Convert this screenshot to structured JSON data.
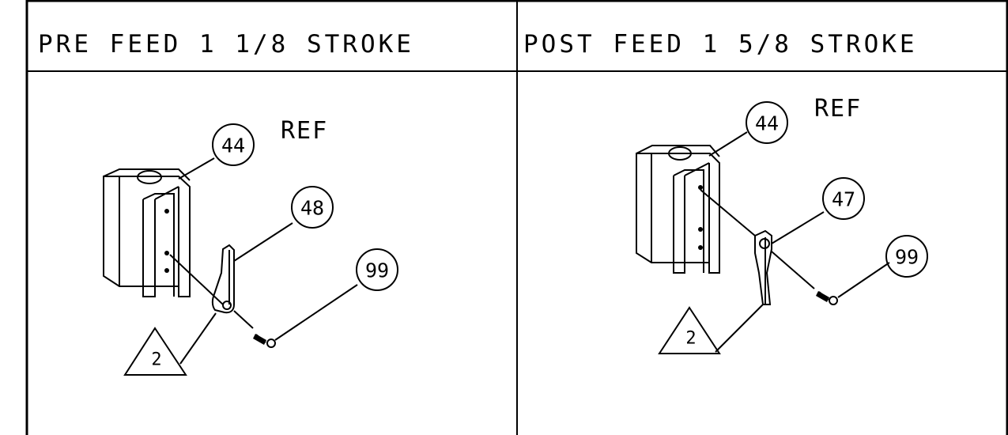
{
  "panels": [
    {
      "title": "PRE FEED 1 1/8 STROKE",
      "ref_label": "REF",
      "callouts": [
        "44",
        "48",
        "99"
      ],
      "triangle_label": "2"
    },
    {
      "title": "POST FEED 1 5/8 STROKE",
      "ref_label": "REF",
      "callouts": [
        "44",
        "47",
        "99"
      ],
      "triangle_label": "2"
    }
  ],
  "colors": {
    "ink": "#000000",
    "paper": "#ffffff"
  }
}
